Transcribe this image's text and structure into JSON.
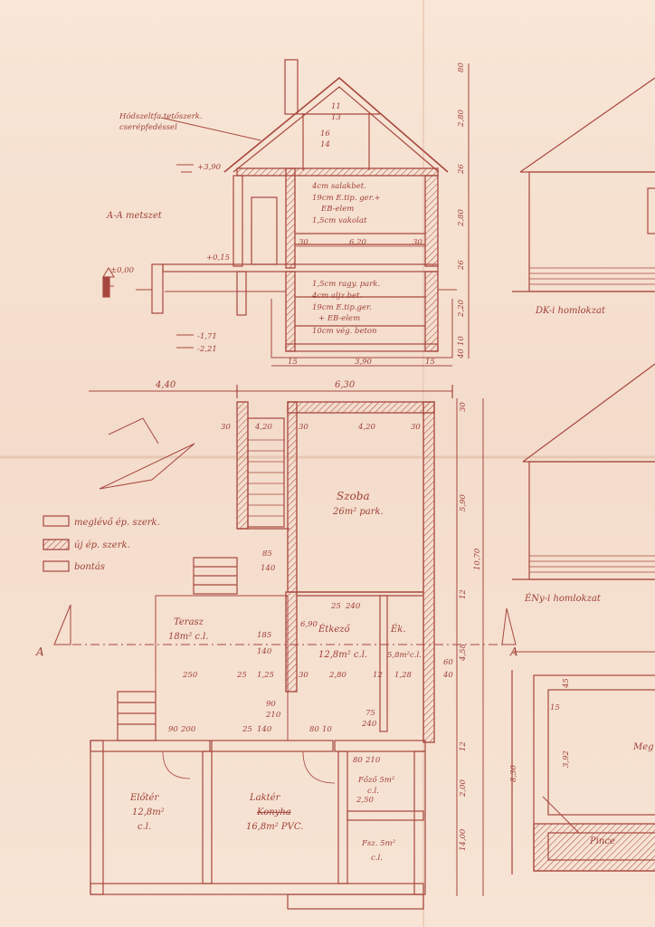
{
  "colors": {
    "paper": "#f6e3d2",
    "ink": "#a8473f",
    "ink_text": "#9e3f38"
  },
  "section": {
    "title": "A-A metszet",
    "roof_note_1": "Hódszeltfa tetőszerk.",
    "roof_note_2": "cserépfedéssel",
    "elev_top": "+3,90",
    "elev_ground": "±0,00",
    "elev_terrace": "+0,15",
    "elev_low1": "-1,71",
    "elev_low2": "-2,21",
    "layers_upper": [
      "4cm salakbet.",
      "19cm E.tip. ger.+",
      "EB-elem",
      "1,5cm vakolat"
    ],
    "layers_lower": [
      "1,5cm ragy. park.",
      "4cm aljz.bet.",
      "19cm E.tip.ger.",
      "+ EB-elem",
      "10cm vég. beton"
    ],
    "dims_vertical": [
      "80",
      "2,80",
      "26",
      "2,80",
      "26",
      "2,20",
      "10",
      "40"
    ],
    "dims_inner": [
      "30",
      "6,20",
      "30"
    ],
    "dims_bottom": [
      "15",
      "3,90",
      "15"
    ],
    "roof_members": [
      "11",
      "13",
      "16",
      "14"
    ]
  },
  "plan": {
    "top_dims": [
      "4,40",
      "6,30"
    ],
    "wall_dims": [
      "30",
      "4,20",
      "30",
      "4,20",
      "30"
    ],
    "legend": [
      {
        "label": "meglévő ép. szerk."
      },
      {
        "label": "új ép. szerk."
      },
      {
        "label": "bontás"
      }
    ],
    "rooms": {
      "szoba": [
        "Szoba",
        "26m² park."
      ],
      "terasz": [
        "Terasz",
        "18m² c.l."
      ],
      "etkezo": [
        "Étkező",
        "12,8m² c.l."
      ],
      "ek": [
        "Ék.",
        "5,8m²c.l."
      ],
      "eloter": [
        "Előtér",
        "12,8m²",
        "c.l."
      ],
      "lakoter": [
        "Laktér",
        "Konyha",
        "16,8m² PVC."
      ],
      "fozo": [
        "Főző 5m²",
        "c.l."
      ],
      "fsz": [
        "Fsz. 5m²",
        "c.l."
      ]
    },
    "dims_right": [
      "30",
      "5,90",
      "10,70",
      "12",
      "4,58",
      "60",
      "40",
      "12",
      "2,00",
      "14,00"
    ],
    "dims_mid": [
      "250",
      "25",
      "1,25",
      "30",
      "2,80",
      "12",
      "1,28"
    ],
    "door_dims": [
      "85",
      "140",
      "90",
      "200",
      "75",
      "240",
      "90",
      "210",
      "80",
      "210",
      "2,50",
      "6,90",
      "185",
      "140",
      "25",
      "240",
      "25",
      "140",
      "80",
      "10"
    ],
    "section_mark": "A"
  },
  "elevations": {
    "dk": "DK-i homlokzat",
    "eny": "ÉNy-i homlokzat",
    "cellar": "Pince",
    "cellar_label": "Meg",
    "cellar_dims": [
      "45",
      "15",
      "8,30",
      "3,92"
    ]
  }
}
